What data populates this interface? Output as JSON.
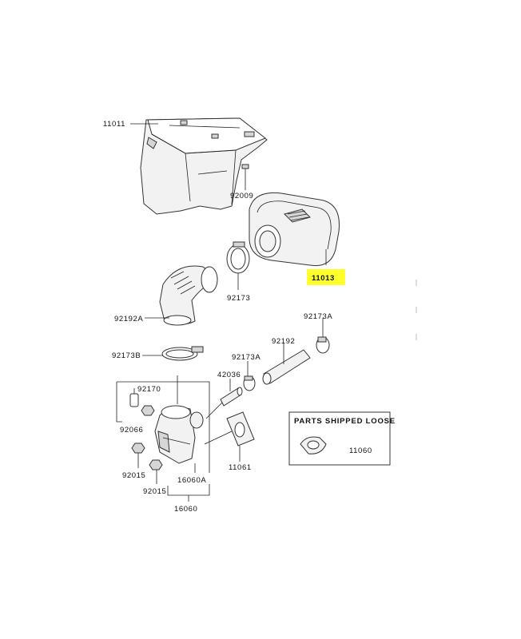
{
  "colors": {
    "highlight": "#ffff2b",
    "line": "#222222"
  },
  "box": {
    "title": "PARTS SHIPPED LOOSE"
  },
  "labels": {
    "p11011": "11011",
    "p92009": "92009",
    "p11013": "11013",
    "p92173": "92173",
    "p92192A": "92192A",
    "p92173A_top": "92173A",
    "p92173B": "92173B",
    "p92192": "92192",
    "p92173A_mid": "92173A",
    "p42036": "42036",
    "p92170": "92170",
    "p92066": "92066",
    "p11061": "11061",
    "p11060": "11060",
    "p92015a": "92015",
    "p16060A": "16060A",
    "p92015b": "92015",
    "p16060": "16060"
  }
}
